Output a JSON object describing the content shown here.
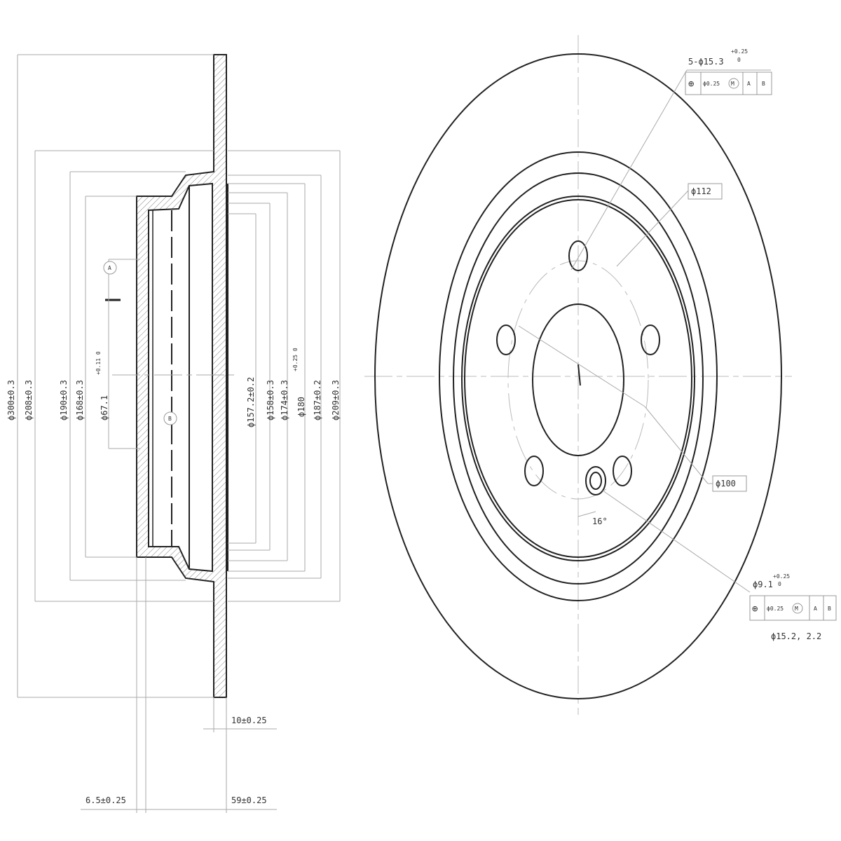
{
  "side_view": {
    "dims": {
      "d300": "ϕ300±0.3",
      "d208": "ϕ208±0.3",
      "d190": "ϕ190±0.3",
      "d168": "ϕ168±0.3",
      "d67": "ϕ67.1",
      "d67_tol": "+0.11 0",
      "d157": "ϕ157.2±0.2",
      "d158": "ϕ158±0.3",
      "d174": "ϕ174±0.3",
      "d180": "ϕ180",
      "d180_tol": "+0.25 0",
      "d187": "ϕ187±0.2",
      "d209": "ϕ209±0.3",
      "thickness": "10±0.25",
      "offset": "6.5±0.25",
      "height": "59±0.25"
    },
    "datum_a": "A",
    "datum_b": "B"
  },
  "front_view": {
    "hole_spec": "5-ϕ15.3",
    "hole_tol_top": "+0.25",
    "hole_tol_bot": "0",
    "fcf1": {
      "tol": "ϕ0.25",
      "mod": "M",
      "a": "A",
      "b": "B"
    },
    "pcd": "ϕ112",
    "center": "ϕ100",
    "angle": "16°",
    "pin_spec": "ϕ9.1",
    "pin_tol_top": "+0.25",
    "pin_tol_bot": "0",
    "fcf2": {
      "tol": "ϕ0.25",
      "mod": "M",
      "a": "A",
      "b": "B"
    },
    "pin_note": "ϕ15.2, 2.2"
  }
}
